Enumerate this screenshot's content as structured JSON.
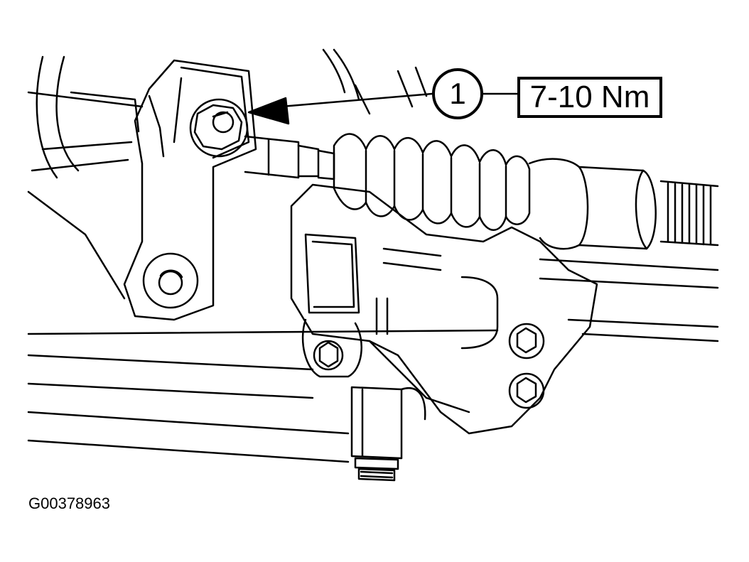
{
  "diagram": {
    "callout_number": "1",
    "torque_spec": "7-10 Nm",
    "figure_id": "G00378963"
  },
  "colors": {
    "line": "#000000",
    "background": "#ffffff"
  }
}
